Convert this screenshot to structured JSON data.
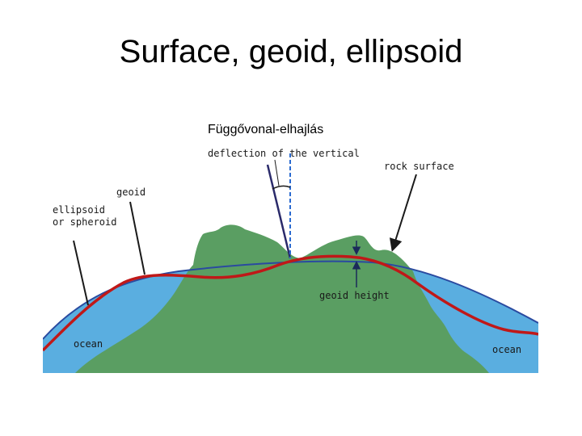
{
  "slide": {
    "title": "Surface, geoid, ellipsoid"
  },
  "diagram": {
    "labels": {
      "hungarian_caption": "Függővonal-elhajlás",
      "deflection": "deflection of the vertical",
      "rock_surface": "rock surface",
      "geoid": "geoid",
      "ellipsoid_line1": "ellipsoid",
      "ellipsoid_line2": "or spheroid",
      "geoid_height": "geoid height",
      "ocean_left": "ocean",
      "ocean_right": "ocean"
    },
    "colors": {
      "ocean": "#5aaee0",
      "land": "#5a9e62",
      "geoid_line": "#c01818",
      "ellipsoid_line": "#2a4aa0",
      "leader_line": "#1a1a1a",
      "vertical_dashed": "#2a6ad0"
    }
  }
}
